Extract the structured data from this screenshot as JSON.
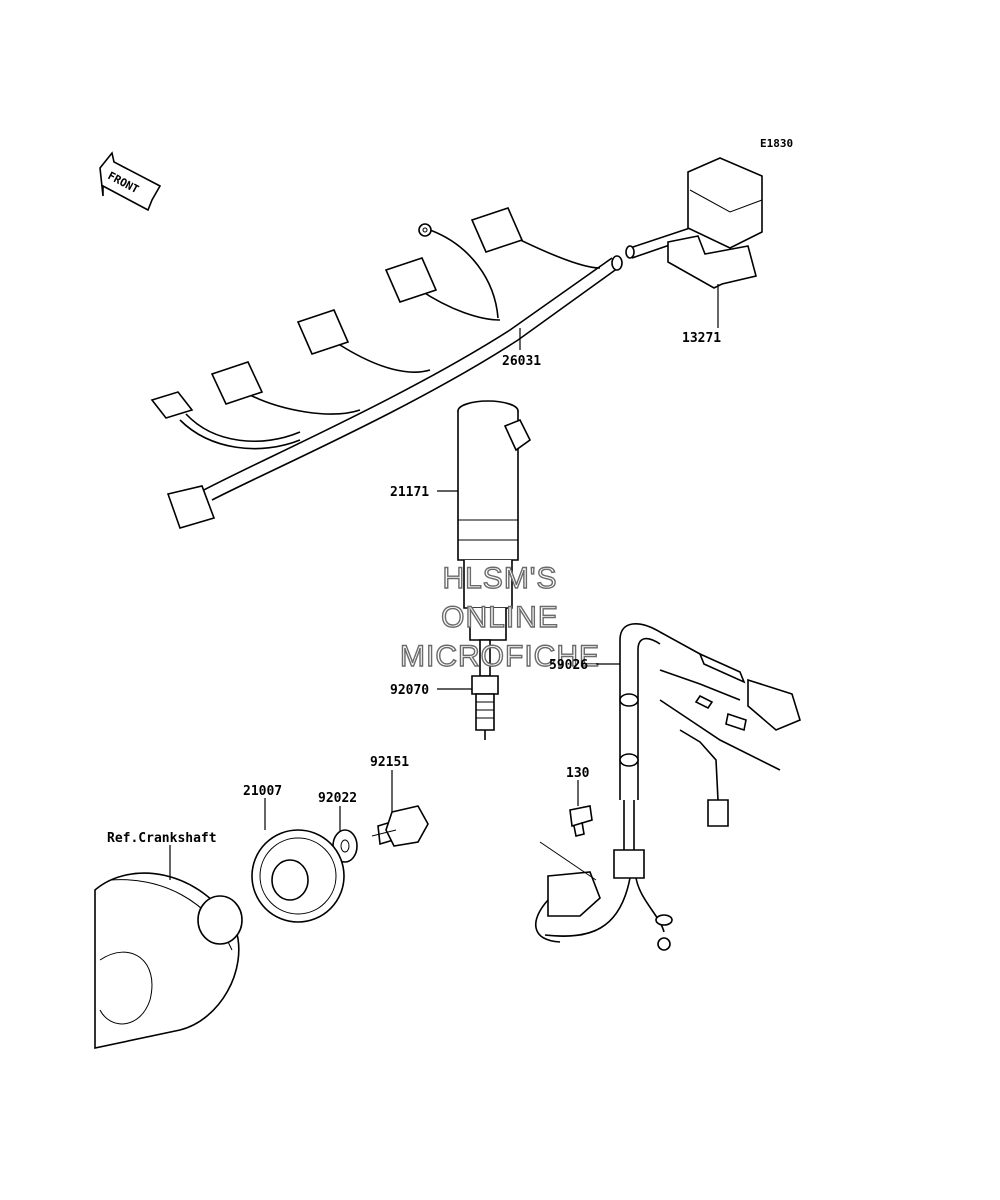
{
  "diagram": {
    "code": "E1830",
    "front_arrow_label": "FRONT",
    "watermark": [
      "HLSM'S",
      "ONLINE",
      "MICROFICHE"
    ],
    "ref_label": "Ref.Crankshaft",
    "parts": [
      {
        "number": "26031"
      },
      {
        "number": "13271"
      },
      {
        "number": "21171"
      },
      {
        "number": "92070"
      },
      {
        "number": "59026"
      },
      {
        "number": "130"
      },
      {
        "number": "92151"
      },
      {
        "number": "92022"
      },
      {
        "number": "21007"
      }
    ]
  }
}
